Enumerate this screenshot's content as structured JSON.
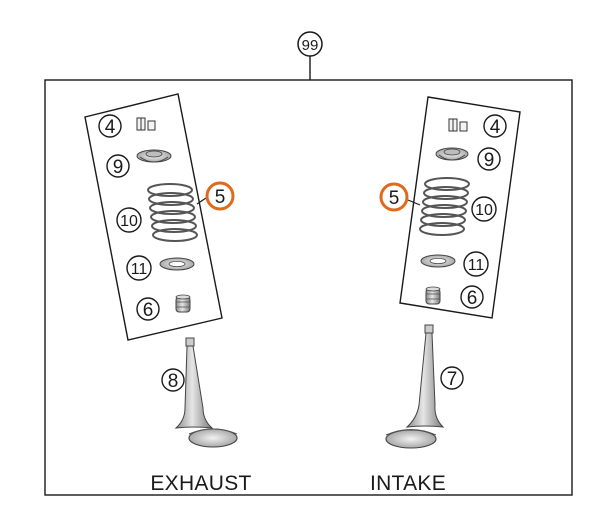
{
  "assembly_callout": "99",
  "callout_colors": {
    "default": "#1a1a1a",
    "highlight": "#e06a1c"
  },
  "exhaust": {
    "label": "EXHAUST",
    "callouts": {
      "cotters": "4",
      "retainer": "9",
      "spring": "5",
      "spring_seat": "10",
      "spring_washer": "11",
      "stem_seal": "6",
      "valve": "8"
    }
  },
  "intake": {
    "label": "INTAKE",
    "callouts": {
      "cotters": "4",
      "retainer": "9",
      "spring": "5",
      "spring_seat": "10",
      "spring_washer": "11",
      "stem_seal": "6",
      "valve": "7"
    }
  }
}
